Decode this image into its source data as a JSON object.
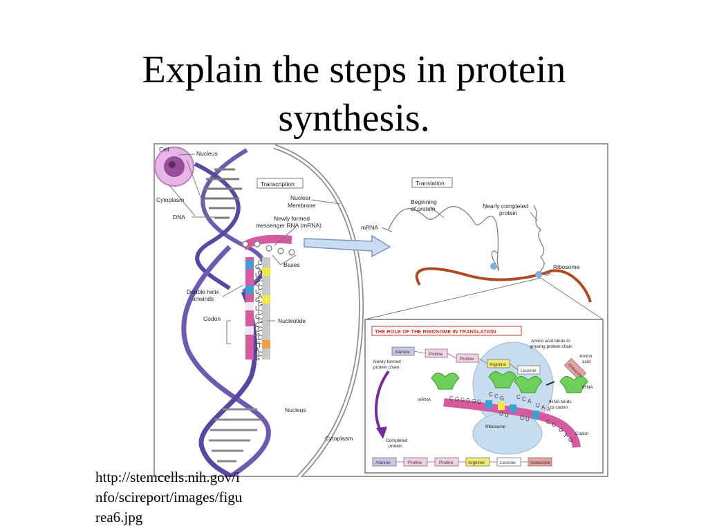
{
  "slide": {
    "title_line1": "Explain the steps in protein",
    "title_line2": "synthesis.",
    "caption_line1": "http://stemcells.nih.gov/i",
    "caption_line2": "nfo/scireport/images/figu",
    "caption_line3": "rea6.jpg"
  },
  "diagram": {
    "labels": {
      "cell": "Cell",
      "nucleus_top": "Nucleus",
      "cytoplasm_top": "Cytoplasm",
      "dna": "DNA",
      "transcription": "Transcription",
      "nuclear_membrane_1": "Nuclear",
      "nuclear_membrane_2": "Membrane",
      "mrna_new_1": "Newly formed",
      "mrna_new_2": "messenger RNA (mRNA)",
      "bases": "Bases",
      "double_helix_1": "Double helix",
      "double_helix_2": "unwinds",
      "codon_left": "Codon",
      "nucleotide": "Nucleotide",
      "nucleus_bottom": "Nucleus",
      "cytoplasm_bottom": "Cytoplasm",
      "translation": "Translation",
      "beginning_1": "Beginning",
      "beginning_2": "of protein",
      "nearly_1": "Nearly completed",
      "nearly_2": "protein",
      "mrna_right": "mRNA",
      "ribosome": "Ribosome"
    },
    "rna_bases": [
      "G",
      "U",
      "G",
      "U",
      "G",
      "U",
      "G",
      "C",
      "G",
      "G",
      "A",
      "G"
    ],
    "dna_bases": [
      "C",
      "A",
      "C",
      "C",
      "A",
      "G",
      "C",
      "G",
      "C",
      "C",
      "T",
      "C"
    ],
    "inset": {
      "title": "THE ROLE OF THE RIBOSOME IN TRANSLATION",
      "amino_binds_1": "Amino acid binds to",
      "amino_binds_2": "growing protein chain",
      "amino_acid_1": "Amino",
      "amino_acid_2": "acid",
      "new_chain_1": "Newly formed",
      "new_chain_2": "protein chain",
      "trna": "tRNA",
      "trna_binds_1": "tRNA binds",
      "trna_binds_2": "to codon",
      "mrna": "mRNA",
      "ribosome": "Ribosome",
      "codon": "Codon",
      "completed_1": "Completed",
      "completed_2": "protein",
      "chain": [
        "Alanine",
        "Proline",
        "Proline",
        "Arginine",
        "Leucine"
      ],
      "isoleucine": "Isoleucine",
      "completed_chain": [
        "Alanine",
        "Proline",
        "Proline",
        "Arginine",
        "Leucine",
        "Isoleucine"
      ],
      "anticodon_1": [
        "C",
        "C",
        "G"
      ],
      "anticodon_2": [
        "C",
        "C",
        "A"
      ],
      "anticodon_3": [
        "U",
        "A",
        "A"
      ],
      "mrna_bases": [
        "C",
        "G",
        "G",
        "G",
        "G",
        "G",
        "U",
        "U",
        "G",
        "U",
        "C",
        "C",
        "G",
        "A",
        "G"
      ]
    }
  }
}
